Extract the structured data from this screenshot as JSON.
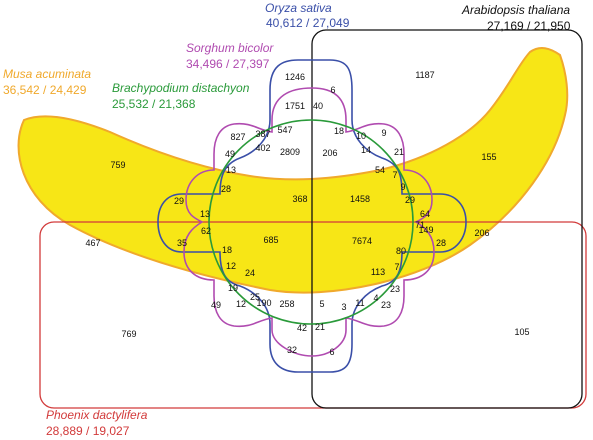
{
  "species": {
    "oryza": {
      "name": "Oryza sativa",
      "counts": "40,612 / 27,049",
      "color": "#3a4fa8"
    },
    "arabidopsis": {
      "name": "Arabidopsis thaliana",
      "counts": "27,169 / 21,950",
      "color": "#111111"
    },
    "sorghum": {
      "name": "Sorghum bicolor",
      "counts": "34,496 / 27,397",
      "color": "#b04bb0"
    },
    "musa": {
      "name": "Musa acuminata",
      "counts": "36,542 / 24,429",
      "color": "#f0a92c"
    },
    "brachy": {
      "name": "Brachypodium distachyon",
      "counts": "25,532 / 21,368",
      "color": "#2a9a3a"
    },
    "phoenix": {
      "name": "Phoenix dactylifera",
      "counts": "28,889 / 19,027",
      "color": "#d23a3a"
    }
  },
  "banana_fill": "#f7e616",
  "intersections": [
    "1246",
    "6",
    "1751",
    "40",
    "1187",
    "827",
    "387",
    "547",
    "18",
    "10",
    "9",
    "402",
    "2809",
    "206",
    "14",
    "49",
    "21",
    "759",
    "155",
    "13",
    "54",
    "7",
    "9",
    "28",
    "29",
    "368",
    "1458",
    "29",
    "13",
    "64",
    "71",
    "62",
    "149",
    "467",
    "35",
    "685",
    "7674",
    "28",
    "206",
    "18",
    "80",
    "12",
    "7",
    "24",
    "113",
    "19",
    "23",
    "49",
    "25",
    "12",
    "190",
    "258",
    "5",
    "3",
    "11",
    "4",
    "23",
    "769",
    "105",
    "42",
    "21",
    "32",
    "6"
  ]
}
